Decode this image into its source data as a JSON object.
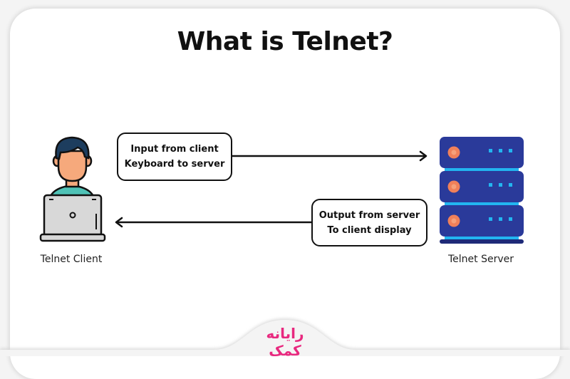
{
  "title": "What is Telnet?",
  "client": {
    "label": "Telnet Client",
    "icon": "user-laptop-icon"
  },
  "server": {
    "label": "Telnet Server",
    "icon": "server-rack-icon"
  },
  "messages": [
    {
      "line1": "Input from client",
      "line2": "Keyboard to server",
      "direction": "client-to-server"
    },
    {
      "line1": "Output from server",
      "line2": "To client display",
      "direction": "server-to-client"
    }
  ],
  "logo": {
    "text": "رایانه کمک",
    "color": "#e8297f"
  },
  "colors": {
    "server_body": "#2a3a9a",
    "server_accent": "#22b5f0",
    "server_led": "#f0805a",
    "skin": "#f6a97c",
    "hair": "#1d3d5e",
    "shirt": "#4fc2b6",
    "laptop": "#d8d8d8"
  }
}
